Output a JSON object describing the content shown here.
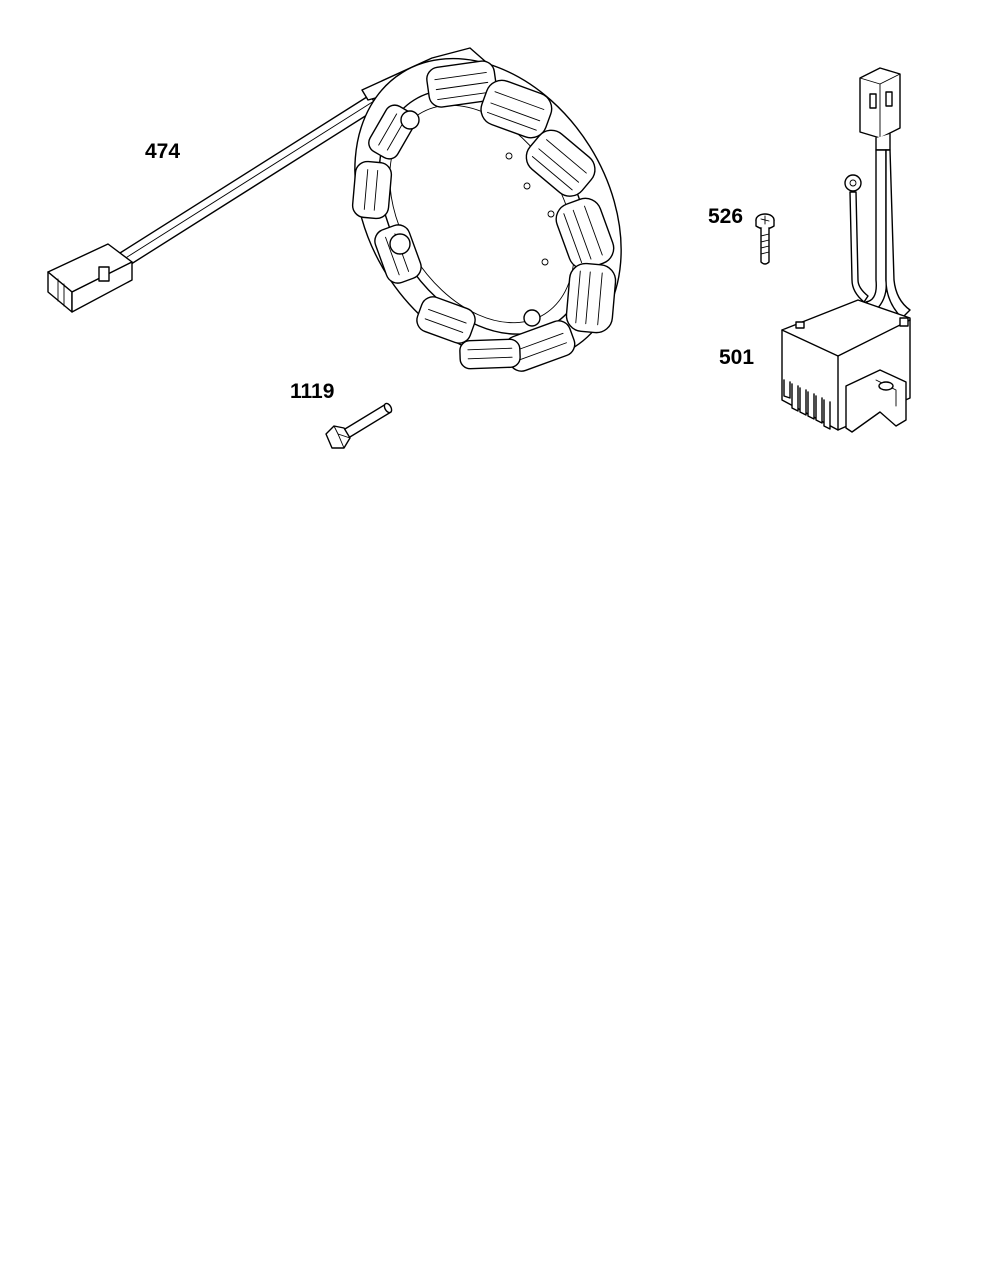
{
  "diagram": {
    "callouts": {
      "stator": "474",
      "screw": "526",
      "regulator": "501",
      "bolt": "1119"
    },
    "parts": [
      "stator-assembly",
      "regulator-screw",
      "voltage-regulator",
      "hex-bolt"
    ],
    "colors": {
      "line": "#000000",
      "background": "#ffffff"
    }
  }
}
